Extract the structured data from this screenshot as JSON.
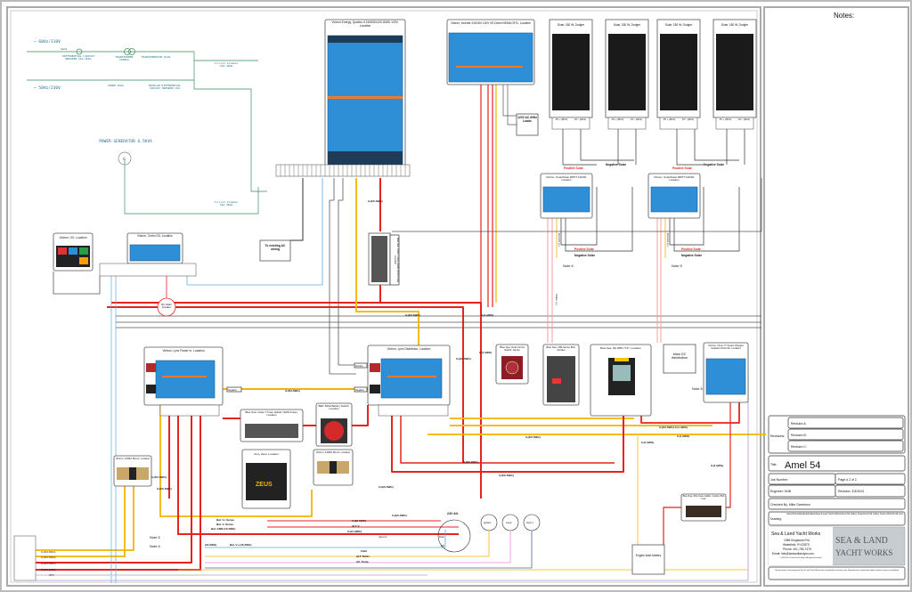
{
  "notes": {
    "heading": "Notes:"
  },
  "ac_schematic": {
    "source_60hz": "~ 60Hz/110V",
    "source_50hz": "~ 50Hz/230V",
    "wire_size": "6mm2",
    "differential_breaker": "DIFFERENTIAL CIRCUIT BREAKER 32A-30mA",
    "transformer": "TRANSFORMER 6300VA",
    "transformer_plug": "TRANSFORMATOR PLUG",
    "shore_plug": "SHORE PLUG",
    "bipolar_breaker": "BIPOLAR DIFFERENTIAL CIRCUIT BREAKER 16A",
    "circuit_breaker_1": "Circuit breaker 32A-30mA",
    "circuit_breaker_2": "Circuit breaker 32A-30mA",
    "generator": "POWER GENERATOR 6.5KVA",
    "generator_symbol": "G"
  },
  "components": {
    "multiplus": "Victron Energy, Quattro-II 24/5000/120-50/50 120V, Location",
    "inverter": "Victron, Inverter 24/1000 120V VE.Direct NEMA GFCI, Location",
    "ac_loads": "120V AC 60Hz Loads",
    "solar_panels": [
      "Solar, 180 W, Dodger",
      "Solar, 180 W, Dodger",
      "Solar, 180 W, Dodger",
      "Solar, 180 W, Dodger"
    ],
    "pv_plus": "PV + (MC4)",
    "pv_minus": "PV - (MC4)",
    "mppt_1": "Victron, SmartSolar MPPT 100/30, Location",
    "mppt_2": "Victron, SmartSolar MPPT 100/30, Location",
    "positive_solar": "Positive Solar",
    "negative_solar": "Negative Solar",
    "gx_touch": "Victron, GX, Location",
    "cerbo_gx": "Victron, Cerbo GX, Location",
    "dc_main_breaker": "DC Main breaker",
    "existing_ac": "To existing AC wiring",
    "class_t_vertical": "Blue Sea, Class T Fuse Holder (400A Fuse) Location",
    "lynx_power_in": "Victron, Lynx Power In, Location",
    "lynx_distributor": "Victron, Lynx Distributor, Location",
    "class_t_fuse": "Blue Sea, Class T Fuse Holder (400A Fuse), Location",
    "battery_switch": "BEP, 600A Battery Switch, Location",
    "dual_circuit": "Blue Sea, Dual Circuit Switch, Sense",
    "breaker_285": "Blue Sea, 285-Series 80A, Grinder",
    "ml_rbs": "Blue Sea, ML-RBS 7717, Location",
    "main_dc": "Main DC distribution",
    "orion": "Victron, Orion-Tr Smart Charger isolated 24/12-30, Location",
    "shunt_left": "Victron, 1000A Shunt, Location",
    "zeus": "Arco, Zeus, Location",
    "zeus_logo": "ZEUS",
    "shunt_mid": "Victron, 1000A Shunt, Location",
    "alternator": "24V Alt.",
    "alt_field": "Field",
    "alt_bp": "B/P",
    "ignition": "Ignition",
    "lamp": "Lamp",
    "input1": "Input 1",
    "fuse_holder": "Blue Sea, ANL Fuse Holder, Carbon 80A fuse",
    "engine_battery": "Engine start battery",
    "negative": "Negative",
    "positive": "Positive"
  },
  "wire_labels": {
    "w1": "0-(4/0 AWG)",
    "w2": "0-(4/0 AWG)",
    "w3": "0-(4/0 AWG)",
    "w4": "0-(1 AWG)",
    "w5": "0-(4/0 AWG)",
    "w6": "0-(1 AWG)",
    "w7": "0-(4/0 AWG)",
    "w8": "0-(4 AWG)",
    "w9": "0-(4/0 AWG)-0-(1 AWG)",
    "w10": "0-(1 AWG)",
    "w11": "0-(4 AWG)",
    "w12": "0-(4/0 AWG)",
    "w13": "0-(4/0 AWG)",
    "w14": "0-(4/0 AWG)",
    "w15": "0-(4/0 AWG)",
    "w16": "0-(12 AWG)",
    "w17": "ALT V",
    "w18": "0-(12 AWG)",
    "w19": "Input 2",
    "w20": "Field",
    "w21": "ALT TACH",
    "w22": "Alt. Temp.",
    "w23": "Bat. V+ Sense",
    "w24": "Bat. V- Sense",
    "w25": "Bat. GND-(16 AWG)",
    "w26": "(16 AWG)",
    "w27": "Bat. V+-(16 AWG)",
    "w28": "0-(4/0 AWG)",
    "w29": "0-(4/0 AWG)",
    "w30": "Stator (+)",
    "note5a": "Note 5",
    "note6a": "Note 6",
    "note5b": "Note 5",
    "note6b": "Note 6",
    "note5c": "Note 5",
    "ground": "Ground (+)",
    "ground2": "Ground (+)"
  },
  "connector_list": {
    "items": [
      "0-(4/0 AWG)",
      "0-(4/0 AWG)",
      "0-(4/0 AWG)",
      "0-(4/0 AWG)",
      "ATC"
    ]
  },
  "title_block": {
    "revisions_label": "Revisions:",
    "revision_a": "Revision A:",
    "revision_b": "Revision B:",
    "revision_c": "Revision C:",
    "title_label": "Title:",
    "title": "Amel 54",
    "job_number": "Job Number:",
    "page": "Page # 2 of 2",
    "engineer": "Engineer:  MJB",
    "revision": "Revision:  3/3/2024",
    "checked_by": "Checked By:  Mike Garretson",
    "drawing_label": "Drawing:",
    "drawing_path": "Users\\Home\\Desktop\\Folders\\Sea & Land Yacht Works\\Amel 54 Jeffery Kraus\\Amel 54 Jeffery Kraus 2024-03-26.vsdx",
    "company": "Sea & Land Yacht Works",
    "address1": "1985 Kingstown Rd.",
    "address2": "Wakefield, RI 02879",
    "phone": "Phone: 401-755-7479",
    "email": "Email: info@seaandlandyw.com",
    "copyright": "© 2024 Sea & Land Yacht Works. All rights Reserved.",
    "logo_line1": "SEA & LAND",
    "logo_line2": "YACHT WORKS",
    "disclaimer": "This document is the property of Sea & Land Yacht Works and is provided for reference only. Reproduction or distribution without written consent is prohibited."
  },
  "colors": {
    "positive": "#e8221f",
    "negative": "#333333",
    "yellow": "#f5b400",
    "ac": "#3a8f5c",
    "signal": "#5aaee0",
    "blue_device": "#2f8fd6",
    "logo_bg": "#c7ccd0"
  }
}
